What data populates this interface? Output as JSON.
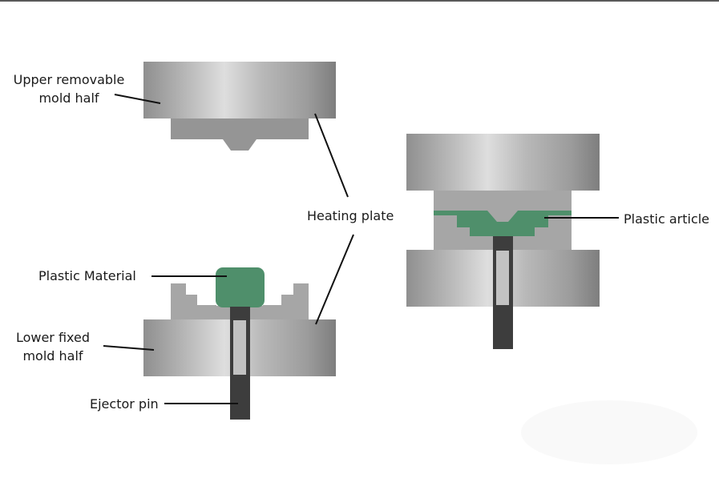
{
  "labels": {
    "upper_mold_line1": "Upper removable",
    "upper_mold_line2": "mold half",
    "heating_plate": "Heating plate",
    "plastic_material": "Plastic Material",
    "lower_mold_line1": "Lower fixed",
    "lower_mold_line2": "mold half",
    "ejector_pin": "Ejector pin",
    "plastic_article": "Plastic article"
  },
  "colors": {
    "plate_edge": "#8c8c8c",
    "plate_highlight": "#dcdcdc",
    "mold_insert": "#959595",
    "cavity_insert": "#a8a8a8",
    "plastic_green": "#4f8f6b",
    "ejector_pin": "#3d3d3d",
    "ejector_inner": "#c2c2c2",
    "leader_line": "#111111",
    "top_border": "#222222"
  }
}
